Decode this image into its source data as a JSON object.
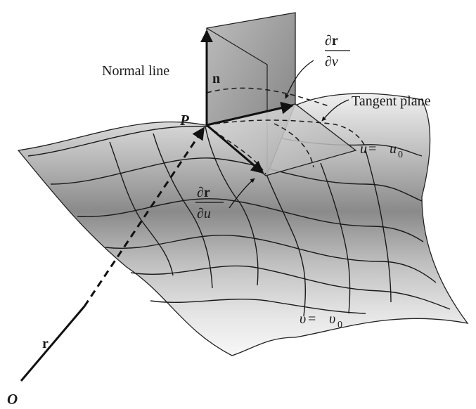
{
  "labels": {
    "normal_line": "Normal line",
    "tangent_plane": "Tangent plane",
    "point_P": "P",
    "origin_O": "O",
    "vector_r": "r",
    "vector_n": "n",
    "dr_dv_num": "∂r",
    "dr_dv_den": "∂v",
    "dr_du_num": "∂r",
    "dr_du_den": "∂u",
    "u_curve_lhs": "u",
    "u_curve_eq": " = ",
    "u_curve_rhs": "u",
    "u_curve_sub": "0",
    "v_curve_lhs": "υ",
    "v_curve_eq": " = ",
    "v_curve_rhs": "υ",
    "v_curve_sub": "0"
  },
  "colors": {
    "surface_light": "#f2f2f2",
    "surface_dark": "#7a7a7a",
    "ink": "#1a1a1a"
  }
}
